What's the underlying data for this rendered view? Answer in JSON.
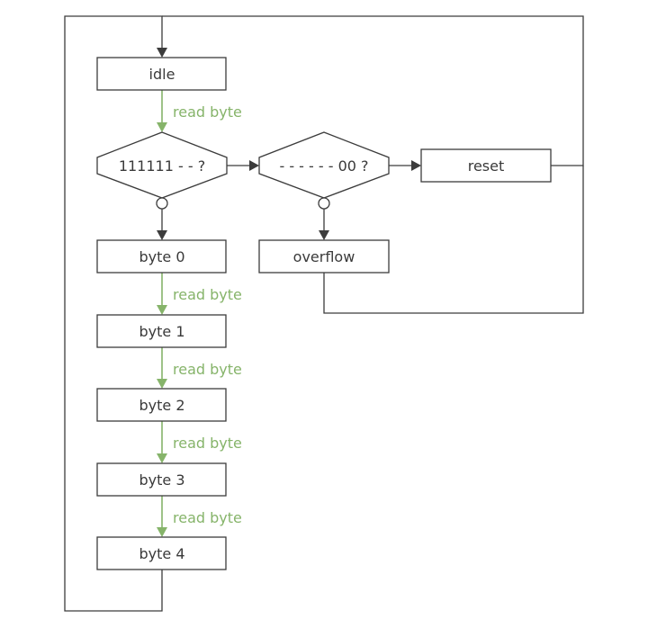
{
  "nodes": {
    "idle": "idle",
    "check_header": "111111 - - ?",
    "check_tail": "- - - - - - 00 ?",
    "reset": "reset",
    "overflow": "overflow",
    "byte0": "byte 0",
    "byte1": "byte 1",
    "byte2": "byte 2",
    "byte3": "byte 3",
    "byte4": "byte 4"
  },
  "edges": {
    "read1": "read byte",
    "read2": "read byte",
    "read3": "read byte",
    "read4": "read byte",
    "read5": "read byte"
  },
  "colors": {
    "line": "#3c3c3c",
    "green": "#86b46a"
  }
}
